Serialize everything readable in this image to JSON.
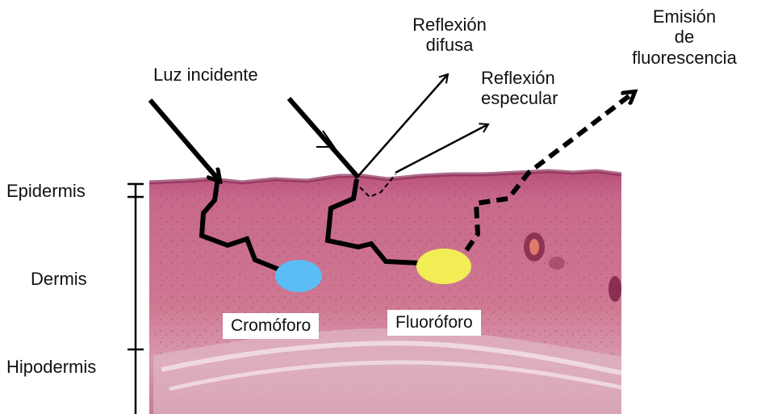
{
  "labels": {
    "incident_light": "Luz incidente",
    "diffuse_reflection_line1": "Reflexión",
    "diffuse_reflection_line2": "difusa",
    "specular_reflection_line1": "Reflexión",
    "specular_reflection_line2": "especular",
    "fluorescence_line1": "Emisión",
    "fluorescence_line2": "de",
    "fluorescence_line3": "fluorescencia",
    "epidermis": "Epidermis",
    "dermis": "Dermis",
    "hypodermis": "Hipodermis",
    "chromophore": "Cromóforo",
    "fluorophore": "Fluoróforo"
  },
  "colors": {
    "chromophore": "#5bbdf5",
    "fluorophore": "#f2ec55",
    "tissue": "#c86a8c",
    "ink": "#000000"
  }
}
